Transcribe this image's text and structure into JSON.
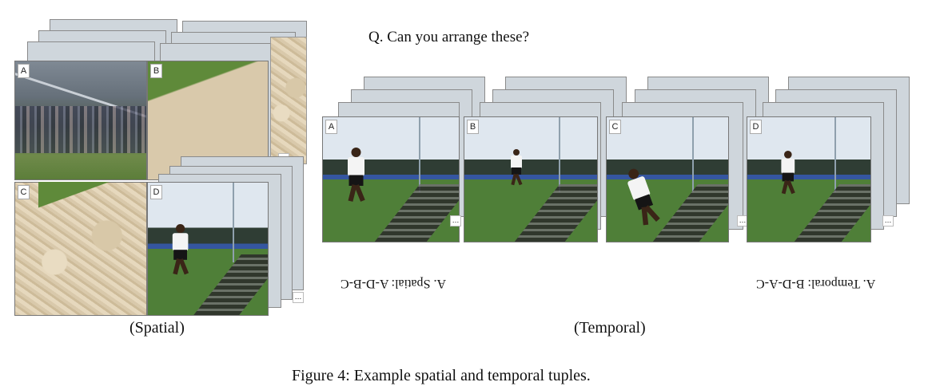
{
  "question": "Q. Can you arrange these?",
  "spatial": {
    "caption": "(Spatial)",
    "tiles": [
      {
        "label": "A"
      },
      {
        "label": "B"
      },
      {
        "label": "C"
      },
      {
        "label": "D"
      }
    ],
    "answer": "A.   Spatial: A-D-B-C"
  },
  "temporal": {
    "caption": "(Temporal)",
    "frames": [
      {
        "label": "A"
      },
      {
        "label": "B"
      },
      {
        "label": "C"
      },
      {
        "label": "D"
      }
    ],
    "answer": "A.   Temporal: B-D-A-C"
  },
  "figure_caption": "Figure 4: Example spatial and temporal tuples.",
  "ellipsis": "…"
}
